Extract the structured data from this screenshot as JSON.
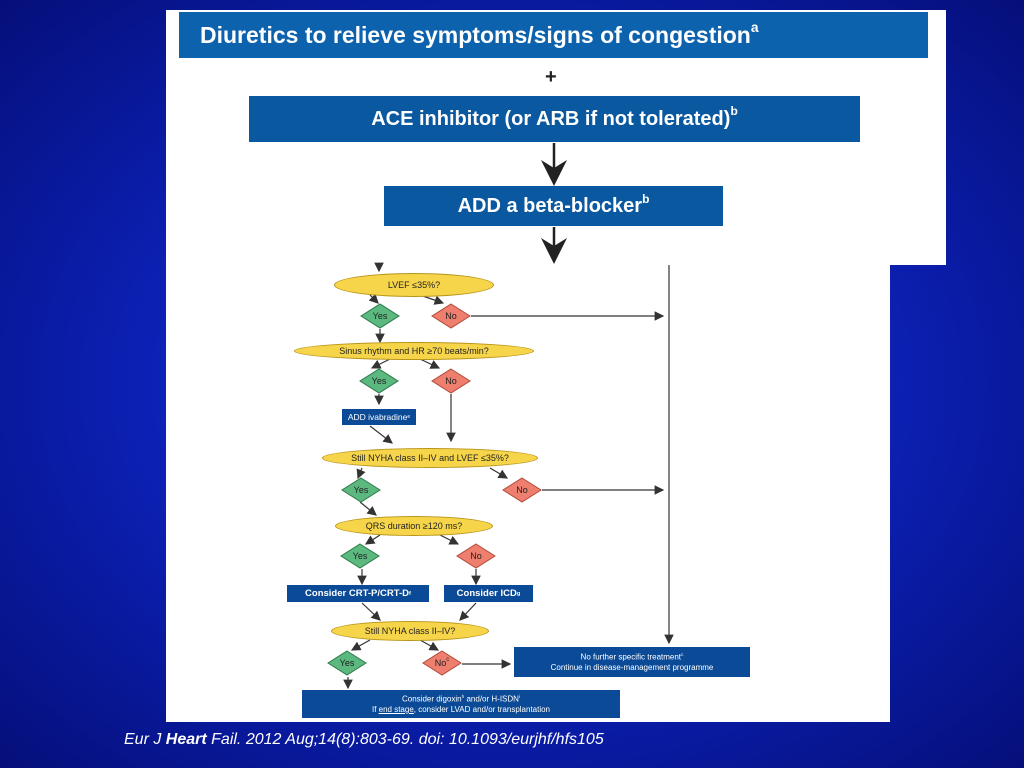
{
  "header_boxes": {
    "diuretics": "Diuretics to relieve symptoms/signs of congestion",
    "diuretics_sup": "a",
    "plus": "+",
    "ace": "ACE inhibitor (or ARB if not tolerated)",
    "ace_sup": "b",
    "beta": "ADD a beta-blocker",
    "beta_sup": "b"
  },
  "questions": {
    "lvef": "LVEF ≤35%?",
    "sinus": "Sinus rhythm and HR ≥70 beats/min?",
    "nyha_lvef": "Still NYHA class II–IV and LVEF ≤35%?",
    "qrs": "QRS duration ≥120 ms?",
    "nyha": "Still NYHA class II–IV?"
  },
  "answers": {
    "yes": "Yes",
    "no": "No",
    "no_c_sup": "c"
  },
  "actions": {
    "ivabradine": "ADD ivabradine",
    "ivabradine_sup": "e",
    "crt": "Consider CRT-P/CRT-D",
    "crt_sup": "f",
    "icd": "Consider ICD",
    "icd_sup": "g",
    "no_further_1": "No further specific treatment",
    "no_further_sup": "c",
    "no_further_2": "Continue in disease-management programme",
    "digoxin_1": "Consider digoxin",
    "digoxin_sup": "h",
    "digoxin_mid": " and/or H-ISDN",
    "digoxin_sup2": "i",
    "digoxin_2a": "If ",
    "digoxin_2b": "end stage",
    "digoxin_2c": ", consider LVAD and/or transplantation"
  },
  "citation": {
    "pre": "Eur J ",
    "bold": "Heart",
    "post": " Fail. 2012 Aug;14(8):803-69. doi: 10.1093/eurjhf/hfs105"
  },
  "colors": {
    "yes": "#5bb87e",
    "no": "#ee7e6e",
    "box": "#0a58a0",
    "question": "#f7d54a"
  }
}
